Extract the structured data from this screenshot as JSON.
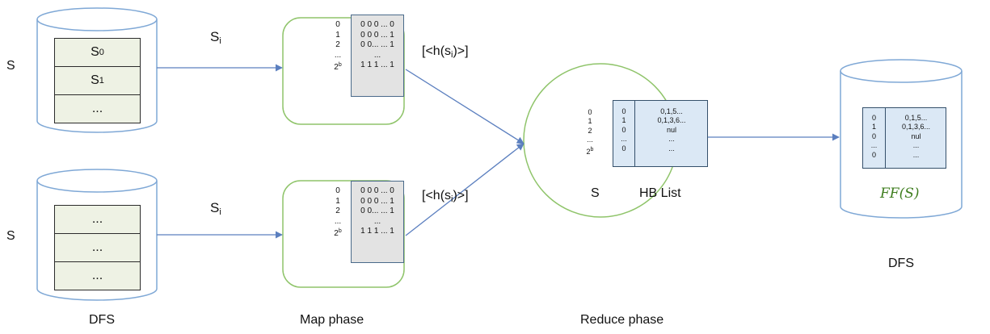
{
  "labels": {
    "s_top": "S",
    "s_bottom": "S",
    "si_top": "S",
    "si_top_sub": "i",
    "si_bottom": "S",
    "si_bottom_sub": "i",
    "hs_top_prefix": "[<h(s",
    "hs_top_sub": "i",
    "hs_top_suffix": ")>]",
    "hs_bottom_prefix": "[<h(s",
    "hs_bottom_sub": "i",
    "hs_bottom_suffix": ")>]",
    "reduce_s": "S",
    "hb_list": "HB List",
    "ff": "FF(S)"
  },
  "captions": {
    "dfs_left": "DFS",
    "map": "Map phase",
    "reduce": "Reduce phase",
    "dfs_right": "DFS"
  },
  "dfs_top": {
    "cells": [
      {
        "text": "S",
        "sub": "0"
      },
      {
        "text": "S",
        "sub": "1"
      },
      {
        "text": "...",
        "sub": ""
      }
    ]
  },
  "dfs_bottom": {
    "cells": [
      {
        "text": "...",
        "sub": ""
      },
      {
        "text": "...",
        "sub": ""
      },
      {
        "text": "...",
        "sub": ""
      }
    ]
  },
  "map_top": {
    "indices": [
      "0",
      "1",
      "2",
      "...",
      "2"
    ],
    "last_sup": "b",
    "rows": [
      "0 0 0 ... 0",
      "0 0 0 ... 1",
      "0 0... ... 1",
      "...",
      "1 1 1 ... 1"
    ]
  },
  "map_bottom": {
    "indices": [
      "0",
      "1",
      "2",
      "...",
      "2"
    ],
    "last_sup": "b",
    "rows": [
      "0 0 0 ... 0",
      "0 0 0 ... 1",
      "0 0... ... 1",
      "...",
      "1 1 1 ... 1"
    ]
  },
  "hb_reduce": {
    "indices": [
      "0",
      "1",
      "2",
      "...",
      "2"
    ],
    "last_sup": "b",
    "col1": [
      "0",
      "1",
      "0",
      "...",
      "0"
    ],
    "col2": [
      "0,1,5...",
      "0,1,3,6...",
      "nul",
      "...",
      "..."
    ]
  },
  "hb_dfs": {
    "col1": [
      "0",
      "1",
      "0",
      "...",
      "0"
    ],
    "col2": [
      "0,1,5...",
      "0,1,3,6...",
      "nul",
      "...",
      "..."
    ]
  },
  "colors": {
    "cylinder_stroke": "#7fa8d6",
    "green_stroke": "#8fc46a",
    "arrow": "#5b7fbf",
    "ff_text": "#3e7d1e"
  }
}
